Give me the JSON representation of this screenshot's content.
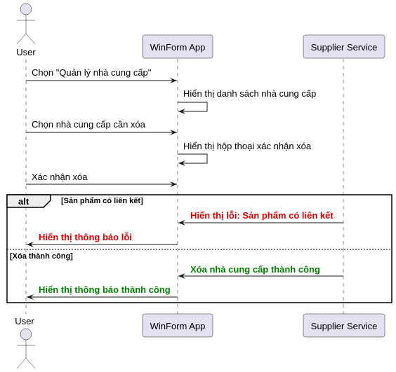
{
  "participants": {
    "user": {
      "label": "User"
    },
    "app": {
      "label": "WinForm App"
    },
    "service": {
      "label": "Supplier Service"
    }
  },
  "messages": {
    "m1": {
      "text": "Chọn \"Quản lý nhà cung cấp\""
    },
    "m2": {
      "text": "Hiển thị danh sách nhà cung cấp"
    },
    "m3": {
      "text": "Chọn nhà cung cấp cần xóa"
    },
    "m4": {
      "text": "Hiển thị hộp thoại xác nhận xóa"
    },
    "m5": {
      "text": "Xác nhận xóa"
    },
    "m6": {
      "text": "Hiển thị lỗi: Sản phẩm có liên kết",
      "color": "#E00000"
    },
    "m7": {
      "text": "Hiển thị thông báo lỗi",
      "color": "#E00000"
    },
    "m8": {
      "text": "Xóa nhà cung cấp thành công",
      "color": "#008000"
    },
    "m9": {
      "text": "Hiển thị thông báo thành công",
      "color": "#008000"
    }
  },
  "fragment": {
    "operator": "alt",
    "guard1": "[Sản phẩm có liên kết]",
    "guard2": "[Xóa thành công]"
  }
}
